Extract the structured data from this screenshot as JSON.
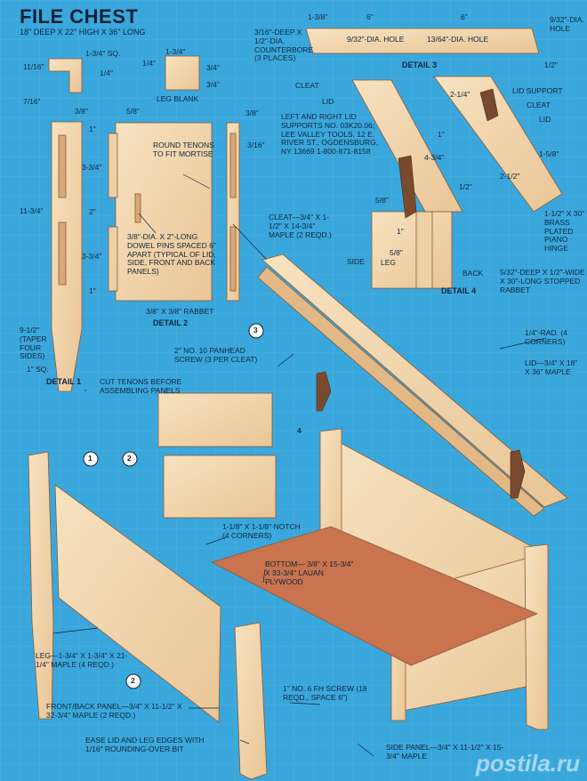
{
  "title": "FILE CHEST",
  "subtitle": "18\" DEEP X 22\" HIGH X 36\" LONG",
  "details": {
    "d1": "DETAIL 1",
    "d2": "DETAIL 2",
    "d3": "DETAIL 3",
    "d4": "DETAIL 4"
  },
  "labels": {
    "leg_blank": "LEG BLANK",
    "round_tenons": "ROUND TENONS TO FIT MORTISE",
    "dowel_pins": "3/8\"-DIA. X 2\"-LONG DOWEL PINS SPACED 6\" APART (TYPICAL OF LID, SIDE, FRONT AND BACK PANELS)",
    "rabbet": "3/8\" X 3/8\" RABBET",
    "taper": "9-1/2\" (TAPER FOUR SIDES)",
    "sq1": "1\" SQ.",
    "counterbore": "3/16\"-DEEP X 1/2\"-DIA. COUNTERBORE (3 PLACES)",
    "hole_932": "9/32\"-DIA. HOLE",
    "hole_1364": "13/64\"-DIA. HOLE",
    "hole_932_right": "9/32\"-DIA. HOLE",
    "cleat": "CLEAT",
    "lid": "LID",
    "supports": "LEFT AND RIGHT LID SUPPORTS NO. 03K20.06; LEE VALLEY TOOLS, 12 E. RIVER ST., OGDENSBURG, NY 13669 1-800-871-8158",
    "lid_support": "LID SUPPORT",
    "cleat2": "CLEAT",
    "lid2": "LID",
    "side": "SIDE",
    "leg": "LEG",
    "back": "BACK",
    "hinge": "1-1/2\" X 30\" BRASS PLATED PIANO HINGE",
    "stopped_rabbet": "5/32\"-DEEP X 1/2\"-WIDE X 30\"-LONG STOPPED RABBET",
    "cleat_spec": "CLEAT—3/4\" X 1-1/2\" X 14-3/4\" MAPLE (2 REQD.)",
    "panhead": "2\" NO. 10 PANHEAD SCREW (3 PER CLEAT)",
    "rad": "1/4\"-RAD. (4 CORNERS)",
    "lid_spec": "LID—3/4\" X 18\" X 36\" MAPLE",
    "cut_tenons": "CUT TENONS BEFORE ASSEMBLING PANELS",
    "notch": "1-1/8\" X 1-1/8\" NOTCH (4 CORNERS)",
    "bottom": "BOTTOM— 3/8\" X 15-3/4\" X 33-3/4\" LAUAN PLYWOOD",
    "leg_spec": "LEG—1-3/4\" X 1-3/4\" X 21-1/4\" MAPLE (4 REQD.)",
    "front_back": "FRONT/BACK PANEL—3/4\" X 11-1/2\" X 32-3/4\" MAPLE (2 REQD.)",
    "fh_screw": "1\" NO. 6 FH SCREW (18 REQD., SPACE 6\")",
    "ease": "EASE LID AND LEG EDGES WITH 1/16\" ROUNDING-OVER BIT",
    "side_panel": "SIDE PANEL—3/4\" X 11-1/2\" X 15-3/4\" MAPLE"
  },
  "dims": {
    "d1_134sq": "1-3/4\" SQ.",
    "d1_1116": "11/16\"",
    "d1_14": "1/4\"",
    "d1_716": "7/16\"",
    "d1_38": "3/8\"",
    "d1_58": "5/8\"",
    "d1_11_34": "11-3/4\"",
    "lb_134": "1-3/4\"",
    "lb_14": "1/4\"",
    "lb_34a": "3/4\"",
    "lb_34b": "3/4\"",
    "d2_1a": "1\"",
    "d2_334a": "3-3/4\"",
    "d2_2": "2\"",
    "d2_334b": "3-3/4\"",
    "d2_1b": "1\"",
    "d2_38": "3/8\"",
    "d2_316": "3/16\"",
    "d3_138": "1-3/8\"",
    "d3_6a": "6\"",
    "d3_6b": "6\"",
    "d3_12": "1/2\"",
    "d4_214": "2-1/4\"",
    "d4_1": "1\"",
    "d4_434": "4-3/4\"",
    "d4_12": "1/2\"",
    "d4_158": "1-5/8\"",
    "d4_212": "2-1/2\"",
    "d4_58a": "5/8\"",
    "d4_1b": "1\"",
    "d4_58b": "5/8\""
  },
  "callouts": [
    "1",
    "2",
    "3",
    "4",
    "2"
  ],
  "watermark": "postila.ru",
  "colors": {
    "background": "#3aa7dc",
    "wood": "#f3d9b4",
    "wood_edge": "#d9a877",
    "plywood": "#c9734f",
    "hardware": "#7a4a2f"
  }
}
